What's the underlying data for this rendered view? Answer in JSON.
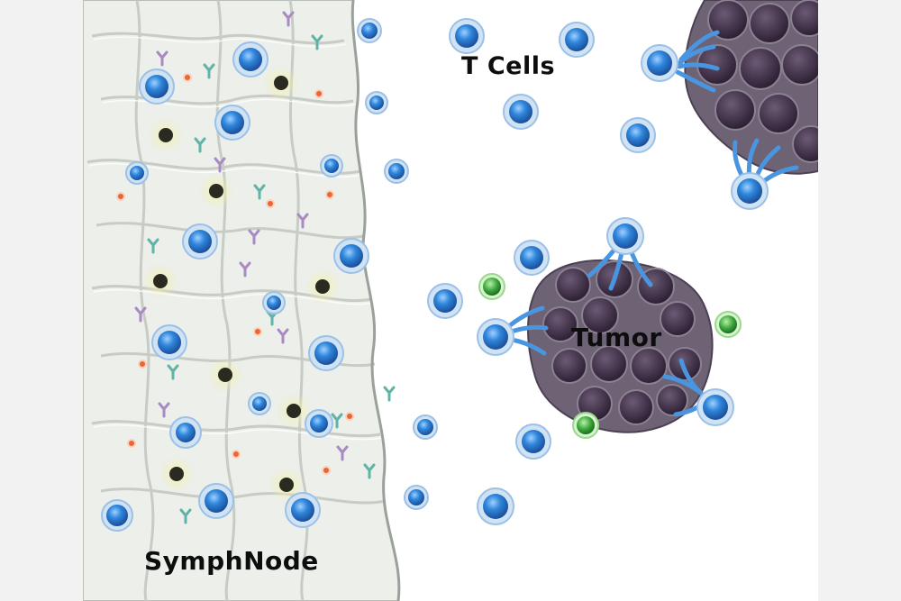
{
  "labels": {
    "t_cells": "T Cells",
    "tumor": "Tumor",
    "symphnode": "SymphNode"
  },
  "colors": {
    "page_background": "#f2f2f2",
    "canvas_background": "#ffffff",
    "scaffold_fill": "#ecefea",
    "scaffold_lines": "#c7ccc6",
    "t_cell_core": "#2a7fd8",
    "t_cell_membrane": "#bcd8f0",
    "tumor_cell": "#4a3b52",
    "tumor_mass": "#6e6275",
    "green_cell": "#3aa53a",
    "orange_particle": "#e8643a",
    "antibody_teal": "#5fb3a7",
    "antibody_purple": "#a98ac4",
    "dark_node": "#2a2a20"
  }
}
